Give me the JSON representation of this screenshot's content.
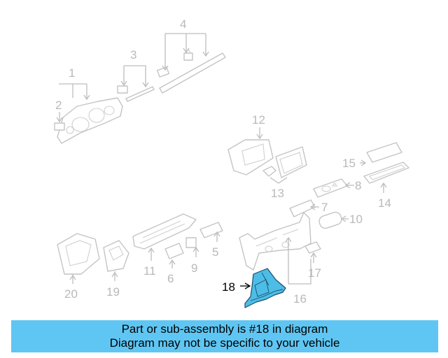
{
  "diagram": {
    "highlighted_part": "18",
    "callouts": {
      "c1": "1",
      "c2": "2",
      "c3": "3",
      "c4": "4",
      "c5": "5",
      "c6": "6",
      "c7": "7",
      "c8": "8",
      "c9": "9",
      "c10": "10",
      "c11": "11",
      "c12": "12",
      "c13": "13",
      "c14": "14",
      "c15": "15",
      "c16": "16",
      "c17": "17",
      "c18": "18",
      "c19": "19",
      "c20": "20"
    }
  },
  "banner": {
    "line1": "Part or sub-assembly is #18 in diagram",
    "line2": "Diagram may not be specific to your vehicle",
    "background": "#5fc6f3"
  },
  "colors": {
    "highlight_fill": "#4dbde8",
    "line_gray": "#c4c4c4"
  }
}
